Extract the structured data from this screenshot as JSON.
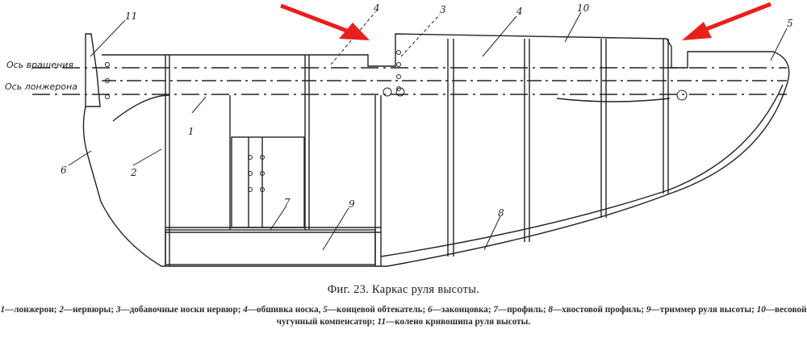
{
  "figure": {
    "caption": "Фиг.  23. Каркас руля высоты.",
    "axis_labels": {
      "rotation_axis": "Ось вращения",
      "aileron_axis": "Ось лонжерона"
    },
    "callouts": [
      "1",
      "2",
      "3",
      "4",
      "4",
      "5",
      "6",
      "7",
      "8",
      "9",
      "10",
      "11"
    ],
    "arrow_color": "#e8201c",
    "arrows": 2,
    "legend": [
      {
        "num": "1",
        "text": "—лонжерон; "
      },
      {
        "num": "2",
        "text": "—нервюры; "
      },
      {
        "num": "3",
        "text": "—добавочные носки нервюр; "
      },
      {
        "num": "4",
        "text": "—обшивка носка, "
      },
      {
        "num": "5",
        "text": "—концевой обтекатель; "
      },
      {
        "num": "6",
        "text": "—законцовка; "
      },
      {
        "num": "7",
        "text": "—профиль; "
      },
      {
        "num": "8",
        "text": "—хвостовой профиль; "
      },
      {
        "num": "9",
        "text": "—триммер руля высоты; "
      },
      {
        "num": "10",
        "text": "—весовой чугунный компенсатор; "
      },
      {
        "num": "11",
        "text": "—колено кривошипа руля высоты."
      }
    ]
  }
}
